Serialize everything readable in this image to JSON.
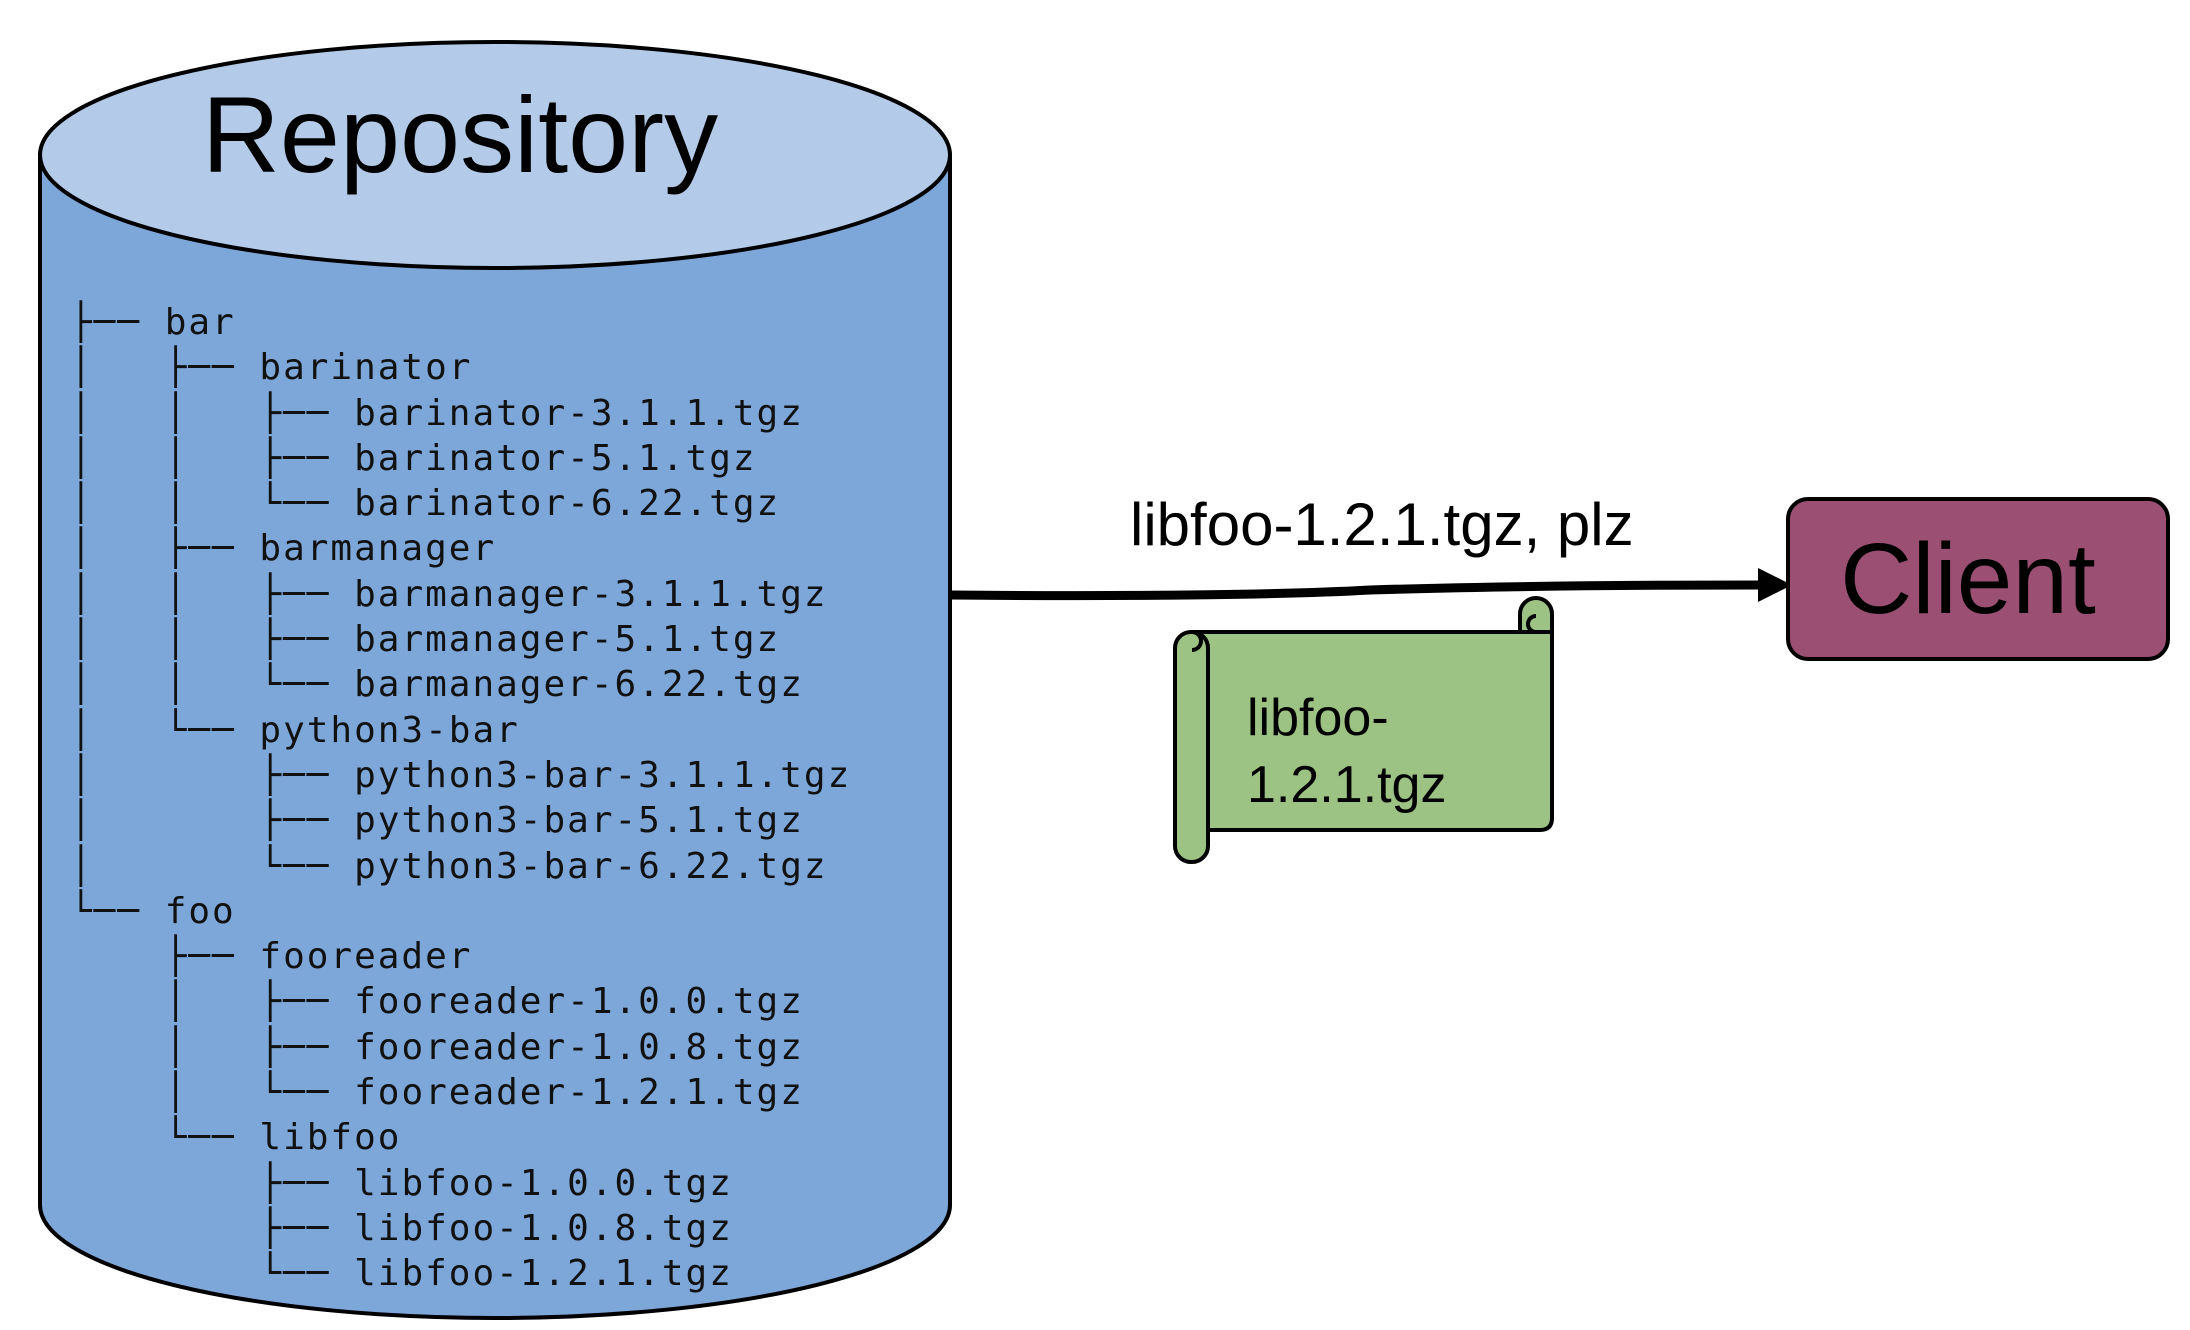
{
  "repository": {
    "title": "Repository",
    "tree": [
      {
        "prefix": "├── ",
        "label": "bar"
      },
      {
        "prefix": "│   ├── ",
        "label": "barinator"
      },
      {
        "prefix": "│   │   ├── ",
        "label": "barinator-3.1.1.tgz"
      },
      {
        "prefix": "│   │   ├── ",
        "label": "barinator-5.1.tgz"
      },
      {
        "prefix": "│   │   └── ",
        "label": "barinator-6.22.tgz"
      },
      {
        "prefix": "│   ├── ",
        "label": "barmanager"
      },
      {
        "prefix": "│   │   ├── ",
        "label": "barmanager-3.1.1.tgz"
      },
      {
        "prefix": "│   │   ├── ",
        "label": "barmanager-5.1.tgz"
      },
      {
        "prefix": "│   │   └── ",
        "label": "barmanager-6.22.tgz"
      },
      {
        "prefix": "│   └── ",
        "label": "python3-bar"
      },
      {
        "prefix": "│       ├── ",
        "label": "python3-bar-3.1.1.tgz"
      },
      {
        "prefix": "│       ├── ",
        "label": "python3-bar-5.1.tgz"
      },
      {
        "prefix": "│       └── ",
        "label": "python3-bar-6.22.tgz"
      },
      {
        "prefix": "└── ",
        "label": "foo"
      },
      {
        "prefix": "    ├── ",
        "label": "fooreader"
      },
      {
        "prefix": "    │   ├── ",
        "label": "fooreader-1.0.0.tgz"
      },
      {
        "prefix": "    │   ├── ",
        "label": "fooreader-1.0.8.tgz"
      },
      {
        "prefix": "    │   └── ",
        "label": "fooreader-1.2.1.tgz"
      },
      {
        "prefix": "    └── ",
        "label": "libfoo"
      },
      {
        "prefix": "        ├── ",
        "label": "libfoo-1.0.0.tgz"
      },
      {
        "prefix": "        ├── ",
        "label": "libfoo-1.0.8.tgz"
      },
      {
        "prefix": "        └── ",
        "label": "libfoo-1.2.1.tgz"
      }
    ]
  },
  "request": {
    "label": "libfoo-1.2.1.tgz, plz"
  },
  "package": {
    "line1": "libfoo-",
    "line2": "1.2.1.tgz"
  },
  "client": {
    "label": "Client"
  },
  "colors": {
    "cylinder_body": "#7da7d9",
    "cylinder_top": "#b3cbe9",
    "scroll_fill": "#9dc384",
    "client_fill": "#9b4f73",
    "stroke": "#000000"
  }
}
